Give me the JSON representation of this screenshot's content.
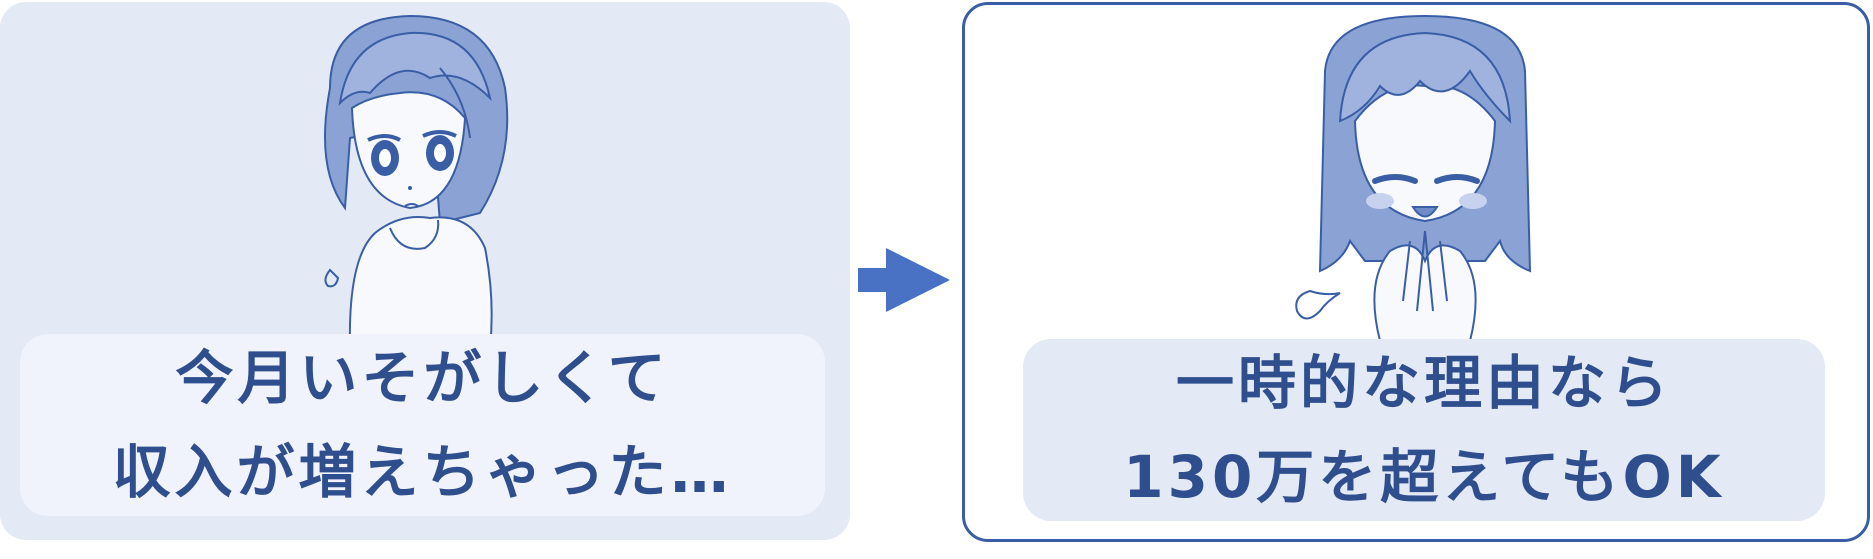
{
  "before": {
    "lines": [
      "今月いそがしくて",
      "収入が増えちゃった…"
    ],
    "character": "worried-woman-icon"
  },
  "after": {
    "lines": [
      "一時的な理由なら",
      "130万を超えてもOK"
    ],
    "character": "smiling-woman-praying-icon"
  },
  "arrow": "right-arrow-icon",
  "colors": {
    "accent": "#3a5ea6",
    "text": "#2f4e8e",
    "panel_fill": "#e3e9f5",
    "caption_fill": "#f0f3fb",
    "arrow": "#4a72c4",
    "hair": "#8aa3d4"
  }
}
